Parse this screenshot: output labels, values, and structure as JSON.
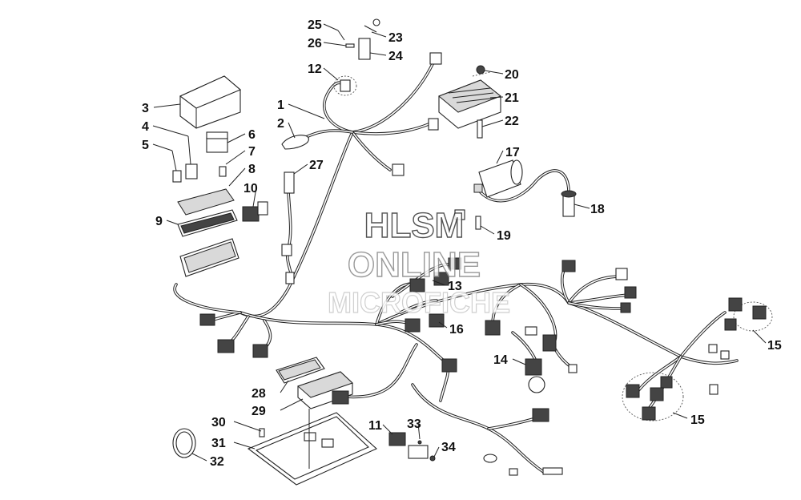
{
  "callouts": [
    {
      "id": "c1",
      "text": "1"
    },
    {
      "id": "c2",
      "text": "2"
    },
    {
      "id": "c3",
      "text": "3"
    },
    {
      "id": "c4",
      "text": "4"
    },
    {
      "id": "c5",
      "text": "5"
    },
    {
      "id": "c6",
      "text": "6"
    },
    {
      "id": "c7",
      "text": "7"
    },
    {
      "id": "c8",
      "text": "8"
    },
    {
      "id": "c9",
      "text": "9"
    },
    {
      "id": "c10",
      "text": "10"
    },
    {
      "id": "c11",
      "text": "11"
    },
    {
      "id": "c12",
      "text": "12"
    },
    {
      "id": "c13",
      "text": "13"
    },
    {
      "id": "c14",
      "text": "14"
    },
    {
      "id": "c15a",
      "text": "15"
    },
    {
      "id": "c15b",
      "text": "15"
    },
    {
      "id": "c16",
      "text": "16"
    },
    {
      "id": "c17",
      "text": "17"
    },
    {
      "id": "c18",
      "text": "18"
    },
    {
      "id": "c19",
      "text": "19"
    },
    {
      "id": "c20",
      "text": "20"
    },
    {
      "id": "c21",
      "text": "21"
    },
    {
      "id": "c22",
      "text": "22"
    },
    {
      "id": "c23",
      "text": "23"
    },
    {
      "id": "c24",
      "text": "24"
    },
    {
      "id": "c25",
      "text": "25"
    },
    {
      "id": "c26",
      "text": "26"
    },
    {
      "id": "c27",
      "text": "27"
    },
    {
      "id": "c28",
      "text": "28"
    },
    {
      "id": "c29",
      "text": "29"
    },
    {
      "id": "c30",
      "text": "30"
    },
    {
      "id": "c31",
      "text": "31"
    },
    {
      "id": "c32",
      "text": "32"
    },
    {
      "id": "c33",
      "text": "33"
    },
    {
      "id": "c34",
      "text": "34"
    }
  ],
  "watermark": {
    "line1": "HLSM",
    "line2": "ONLINE",
    "line3": "MICROFICHE"
  }
}
